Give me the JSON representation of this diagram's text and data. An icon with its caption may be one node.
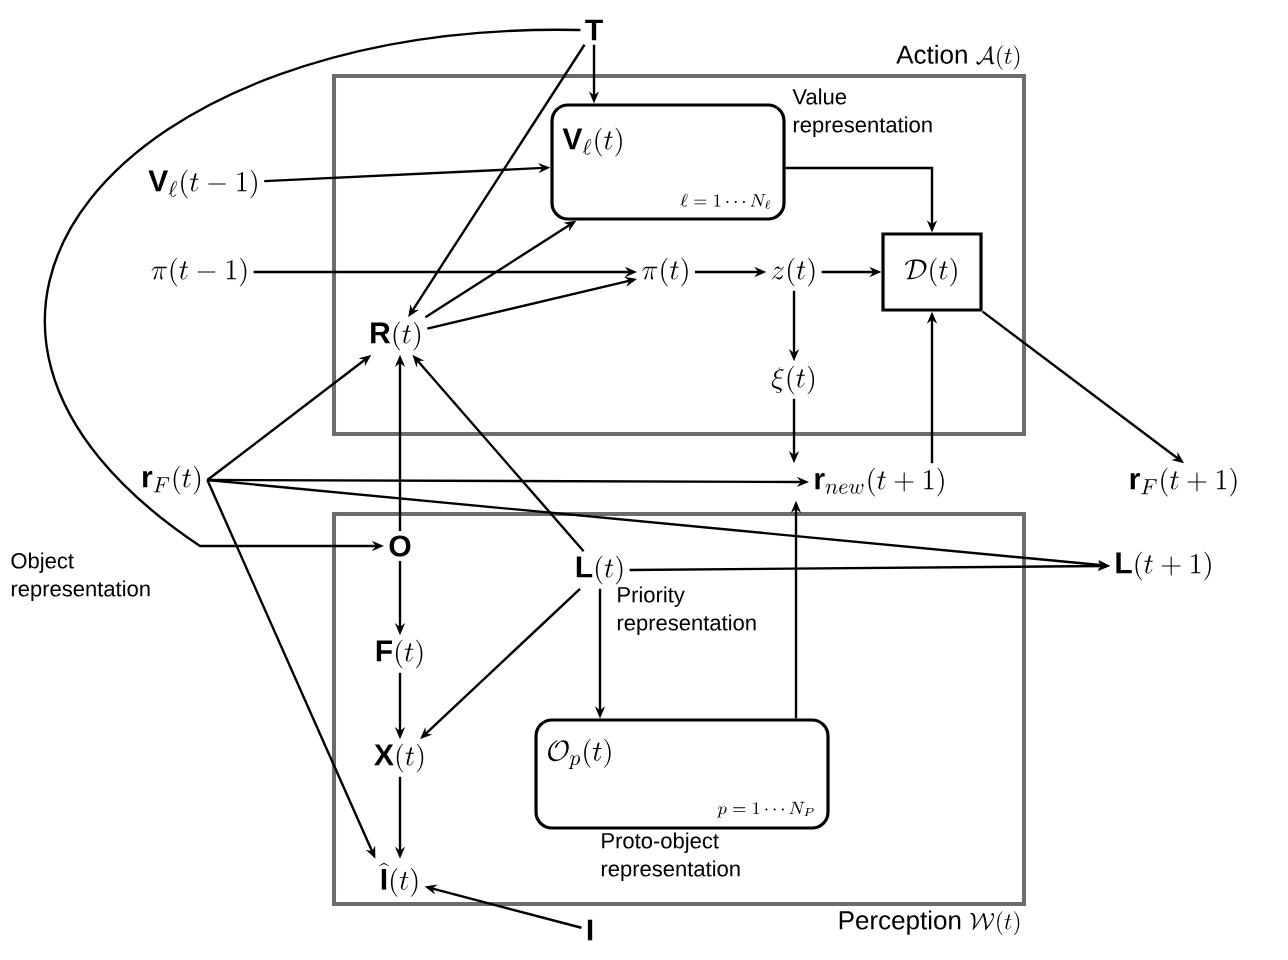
{
  "diagram": {
    "nodes": [
      {
        "text": [
          "Action",
          "\\mathcal{A}(t)"
        ]
      },
      {
        "text": [
          "Perception",
          "\\mathcal{W}(t)"
        ]
      },
      {
        "text": [
          "\\mathbf{T}"
        ]
      },
      {
        "text": [
          "\\mathbf{V}_\\ell(t)",
          "\\ell=1\\cdots N_\\ell"
        ],
        "beside": [
          "Value representation"
        ],
        "in": 0
      },
      {
        "text": [
          "\\mathbf{V}_\\ell(t-1)"
        ]
      },
      {
        "text": [
          "\\pi(t-1)"
        ]
      },
      {
        "text": [
          "\\pi(t)"
        ],
        "in": 0
      },
      {
        "text": [
          "z(t)"
        ],
        "in": 0
      },
      {
        "text": [
          "\\mathcal{D}(t)"
        ],
        "in": 0
      },
      {
        "text": [
          "\\mathbf{R}(t)"
        ],
        "in": 0
      },
      {
        "text": [
          "\\xi(t)"
        ],
        "in": 0
      },
      {
        "text": [
          "\\mathbf{r}_F(t)"
        ]
      },
      {
        "text": [
          "\\mathbf{r}_{new}(t+1)"
        ]
      },
      {
        "text": [
          "\\mathbf{r}_F(t+1)"
        ]
      },
      {
        "text": [
          "\\mathbf{O}"
        ],
        "in": 1
      },
      {
        "text": [
          "\\mathbf{L}(t)"
        ],
        "beside": [
          "Priority representation"
        ],
        "in": 1
      },
      {
        "text": [
          "\\mathbf{L}(t+1)"
        ]
      },
      {
        "text": [
          "\\mathbf{F}(t)"
        ],
        "in": 1
      },
      {
        "text": [
          "\\mathbf{X}(t)"
        ],
        "in": 1
      },
      {
        "text": [
          "\\mathcal{O}_p(t)",
          "p=1\\cdots N_P"
        ],
        "beside": [
          "Proto-object representation"
        ],
        "in": 1
      },
      {
        "text": [
          "\\widehat{\\mathbf{I}}(t)"
        ],
        "in": 1
      },
      {
        "text": [
          "\\mathbf{I}"
        ]
      }
    ],
    "edges": [
      {
        "from": 2,
        "to": 3,
        "arrow": "to"
      },
      {
        "from": 2,
        "to": 9,
        "arrow": "to"
      },
      {
        "from": 2,
        "to": 14,
        "arrow": "to"
      },
      {
        "from": 4,
        "to": 3,
        "arrow": "to"
      },
      {
        "from": 9,
        "to": 3,
        "arrow": "to"
      },
      {
        "from": 5,
        "to": 6,
        "arrow": "to"
      },
      {
        "from": 9,
        "to": 6,
        "arrow": "to"
      },
      {
        "from": 6,
        "to": 7,
        "arrow": "to"
      },
      {
        "from": 7,
        "to": 8,
        "arrow": "to"
      },
      {
        "from": 3,
        "to": 8,
        "arrow": "to"
      },
      {
        "from": 7,
        "to": 10,
        "arrow": "to"
      },
      {
        "from": 10,
        "to": 12,
        "arrow": "to"
      },
      {
        "from": 12,
        "to": 8,
        "arrow": "to"
      },
      {
        "from": 8,
        "to": 13,
        "arrow": "to"
      },
      {
        "from": 11,
        "to": 9,
        "arrow": "to"
      },
      {
        "from": 11,
        "to": 12,
        "arrow": "to"
      },
      {
        "from": 11,
        "to": 16,
        "arrow": "to"
      },
      {
        "from": 11,
        "to": 20,
        "arrow": "to"
      },
      {
        "from": 14,
        "to": 9,
        "arrow": "to"
      },
      {
        "from": 15,
        "to": 9,
        "arrow": "to"
      },
      {
        "from": 15,
        "to": 16,
        "arrow": "to"
      },
      {
        "from": 14,
        "to": 17,
        "arrow": "to"
      },
      {
        "from": 17,
        "to": 18,
        "arrow": "to"
      },
      {
        "from": 15,
        "to": 18,
        "arrow": "to"
      },
      {
        "from": 15,
        "to": 19,
        "arrow": "to"
      },
      {
        "from": 18,
        "to": 20,
        "arrow": "to"
      },
      {
        "from": 19,
        "to": 12,
        "arrow": "to"
      },
      {
        "from": 21,
        "to": 20,
        "arrow": "to"
      }
    ],
    "labels": [
      "Object representation"
    ]
  }
}
